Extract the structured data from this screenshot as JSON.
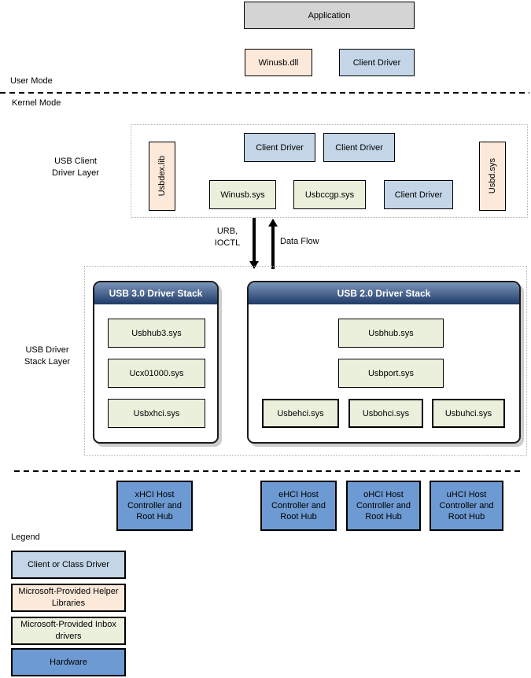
{
  "colors": {
    "box_gray": "#d4d4d4",
    "box_blue": "#c3d5e7",
    "box_peach": "#fce9da",
    "box_green": "#eaf0dc",
    "box_medium_blue": "#6d9ad2",
    "header_gradient_top": "#7b95ba",
    "header_gradient_bottom": "#1e3a66",
    "header_text": "#ffffff",
    "dotted_border": "#b0b0b0",
    "line": "#000000"
  },
  "user_mode": {
    "label": "User Mode",
    "application": "Application",
    "winusb_dll": "Winusb.dll",
    "client_driver": "Client Driver"
  },
  "kernel_mode_label": "Kernel Mode",
  "client_layer": {
    "label_line1": "USB Client",
    "label_line2": "Driver Layer",
    "usbdex_lib": "Usbdex.lib",
    "client_driver_1": "Client Driver",
    "client_driver_2": "Client Driver",
    "winusb_sys": "Winusb.sys",
    "usbccgp_sys": "Usbccgp.sys",
    "client_driver_3": "Client Driver",
    "usbd_sys": "Usbd.sys"
  },
  "arrows": {
    "urb_line1": "URB,",
    "urb_line2": "IOCTL",
    "data_flow": "Data Flow"
  },
  "stack_layer": {
    "label_line1": "USB Driver",
    "label_line2": "Stack Layer",
    "usb3": {
      "title": "USB 3.0 Driver Stack",
      "items": [
        "Usbhub3.sys",
        "Ucx01000.sys",
        "Usbxhci.sys"
      ]
    },
    "usb2": {
      "title": "USB 2.0 Driver Stack",
      "stack_items": [
        "Usbhub.sys",
        "Usbport.sys"
      ],
      "row_items": [
        "Usbehci.sys",
        "Usbohci.sys",
        "Usbuhci.sys"
      ]
    }
  },
  "hardware_row": [
    "xHCI Host Controller and Root Hub",
    "eHCI Host Controller and Root Hub",
    "oHCI Host Controller and Root Hub",
    "uHCI Host Controller and Root Hub"
  ],
  "legend": {
    "title": "Legend",
    "items": [
      {
        "label": "Client or Class Driver",
        "swatch": "blue"
      },
      {
        "label": "Microsoft-Provided Helper Libraries",
        "swatch": "peach"
      },
      {
        "label": "Microsoft-Provided Inbox drivers",
        "swatch": "green"
      },
      {
        "label": "Hardware",
        "swatch": "medium_blue"
      }
    ]
  }
}
